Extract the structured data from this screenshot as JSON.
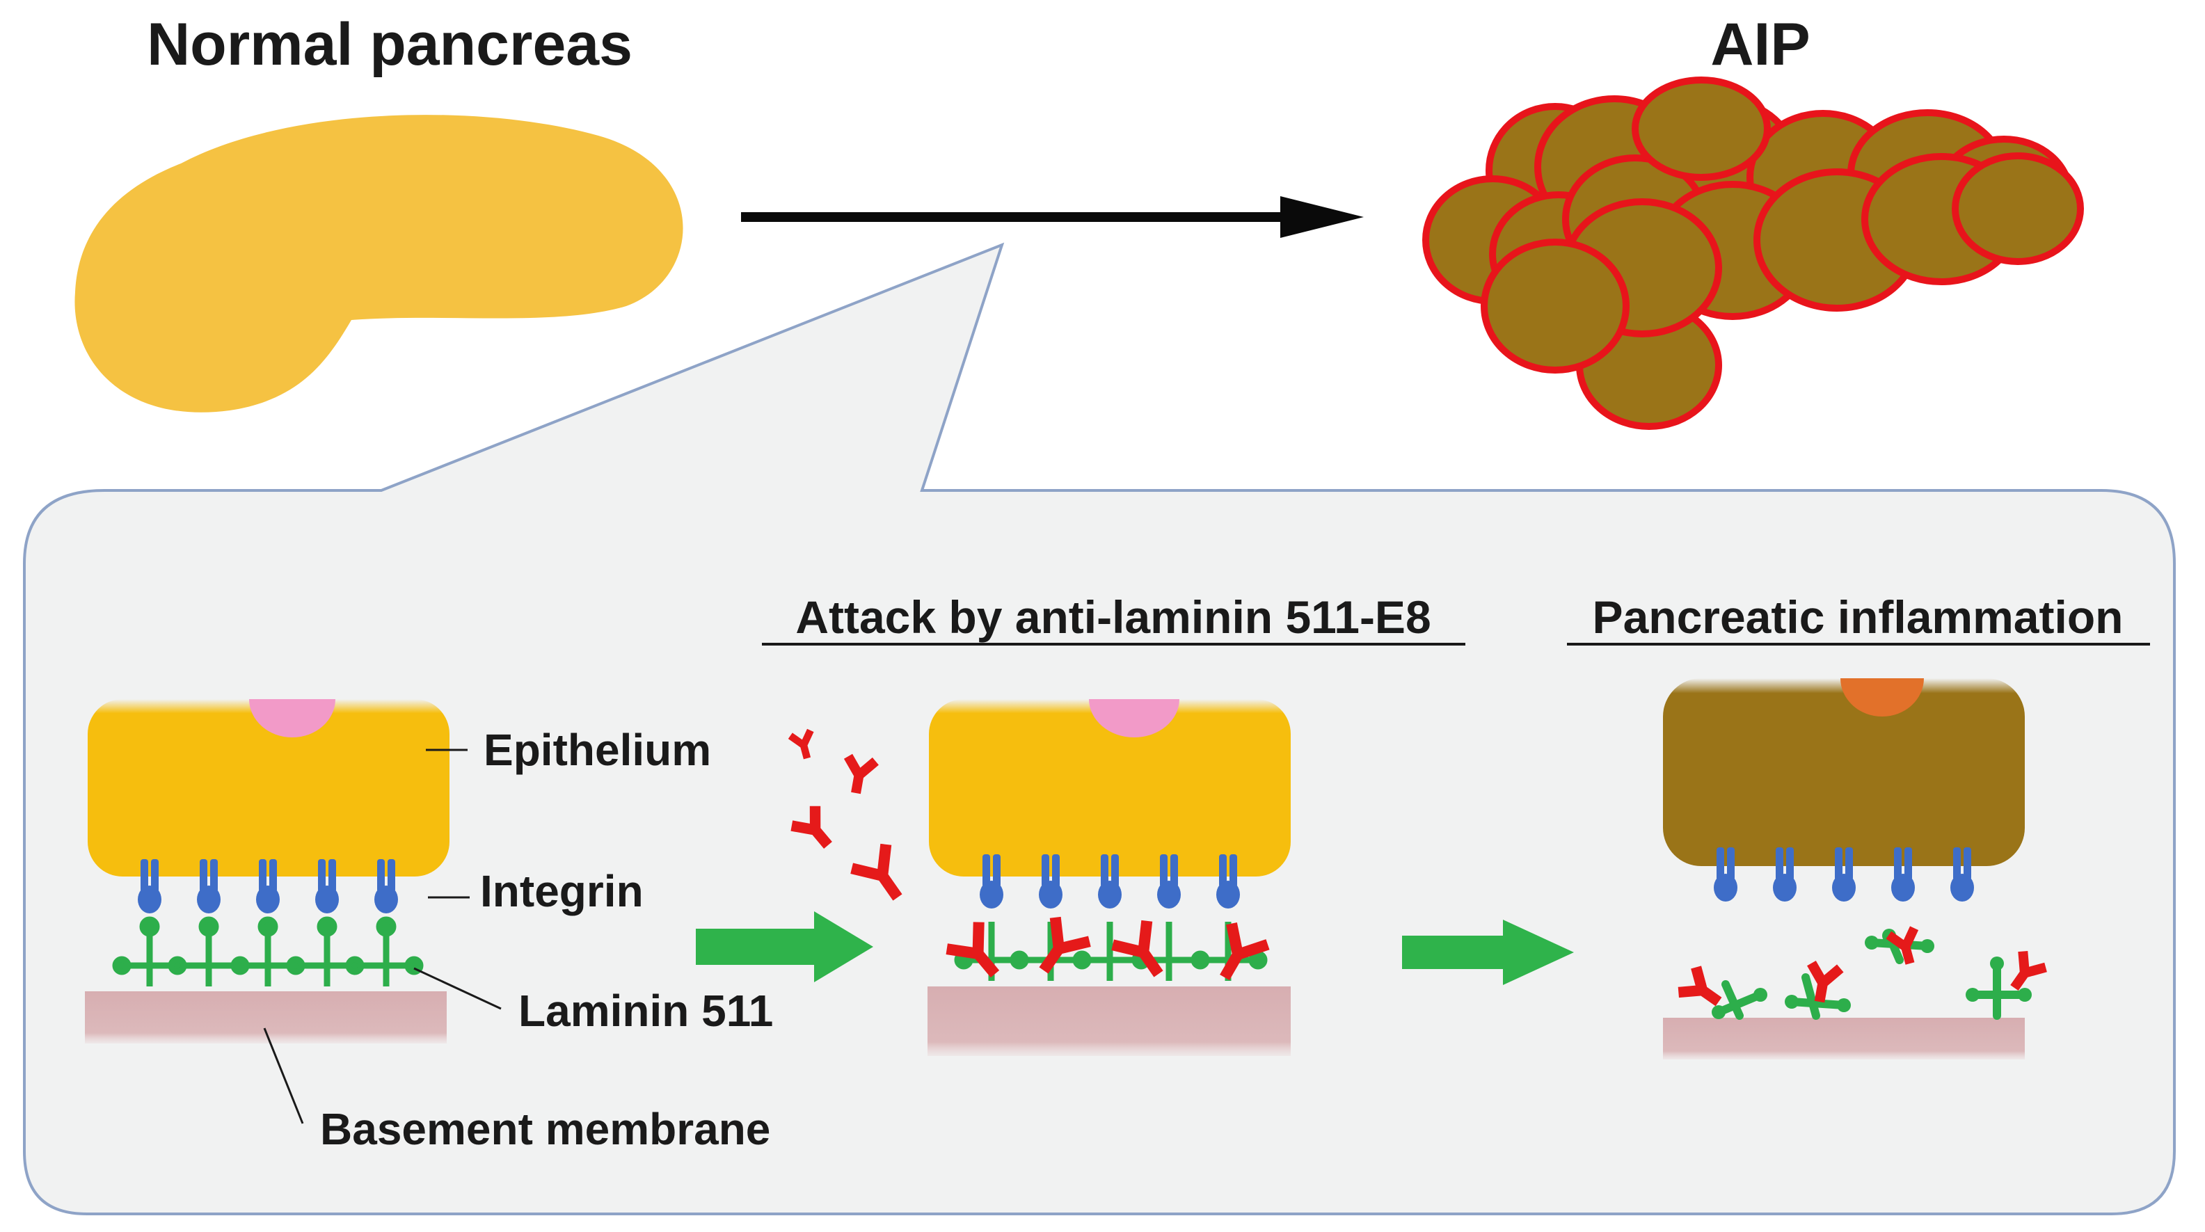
{
  "top": {
    "normal_title": "Normal pancreas",
    "aip_title": "AIP"
  },
  "panel": {
    "attack_heading": "Attack by anti-laminin 511-E8",
    "inflammation_heading": "Pancreatic inflammation"
  },
  "labels": {
    "epithelium": "Epithelium",
    "integrin": "Integrin",
    "laminin": "Laminin 511",
    "basement_membrane": "Basement membrane"
  },
  "colors": {
    "pancreas_yellow": "#F5C242",
    "epithelium_yellow": "#F6BE0E",
    "inflamed_brown": "#9A7418",
    "aip_outline": "#E8141B",
    "nucleus_pink": "#F29AC8",
    "nucleus_orange": "#E2712A",
    "integrin_blue": "#3E6DC8",
    "laminin_green": "#2DAE4B",
    "antibody_red": "#E51A1A",
    "membrane_pink": "#D9B4B6",
    "panel_fill": "#F1F2F2",
    "panel_border": "#8EA3C7",
    "arrow_green": "#2FB34B"
  },
  "icons": {
    "main_arrow": "right-arrow-black",
    "step_arrows": "right-arrow-green",
    "antibody": "y-shaped-antibody"
  }
}
